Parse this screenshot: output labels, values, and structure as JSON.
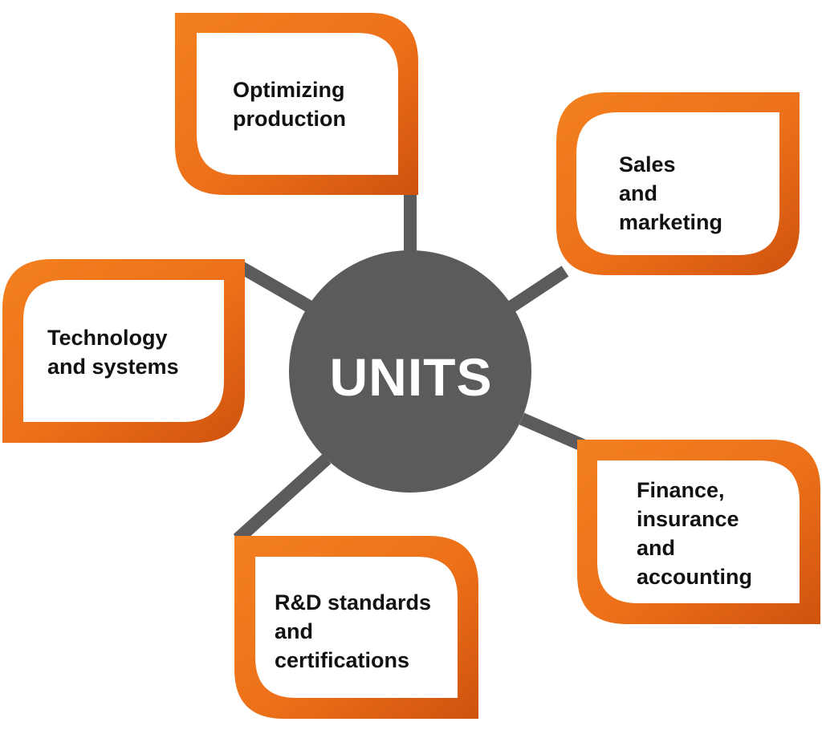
{
  "center": {
    "label": "UNITS"
  },
  "units": [
    {
      "id": "production",
      "lines": [
        "Optimizing",
        "production"
      ]
    },
    {
      "id": "sales",
      "lines": [
        "Sales",
        "and",
        "marketing"
      ]
    },
    {
      "id": "technology",
      "lines": [
        "Technology",
        "and systems"
      ]
    },
    {
      "id": "finance",
      "lines": [
        "Finance,",
        "insurance",
        "and",
        "accounting"
      ]
    },
    {
      "id": "rnd",
      "lines": [
        "R&D standards",
        "and",
        "certifications"
      ]
    }
  ],
  "colors": {
    "frame_light": "#f07a1e",
    "frame_dark": "#d4560f",
    "hub": "#5b5b5d",
    "connector": "#5b5b5d",
    "card_fill": "#ffffff",
    "text": "#111111",
    "hub_text": "#ffffff"
  }
}
